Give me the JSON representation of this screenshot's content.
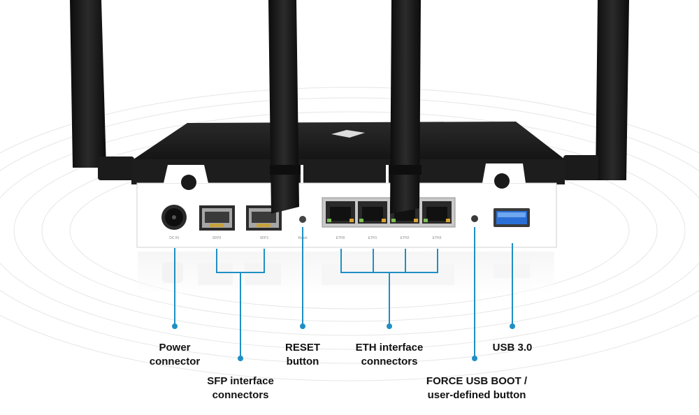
{
  "colors": {
    "leader_line": "#1f8fc4",
    "device_body": "#1c1c1c",
    "back_panel": "#ffffff",
    "antenna": "#151515",
    "usb_port": "#2a6fd6",
    "background_waves": "#e6e6e6"
  },
  "device": {
    "logo_icon": "router-brand-logo-icon",
    "port_labels": [
      "DC IN",
      "SFP0",
      "SFP1",
      "Reset",
      "ETH0",
      "ETH1",
      "ETH2",
      "ETH3"
    ]
  },
  "callouts": {
    "power": {
      "line1": "Power",
      "line2": "connector"
    },
    "sfp": {
      "line1": "SFP interface",
      "line2": "connectors"
    },
    "reset": {
      "line1": "RESET",
      "line2": "button"
    },
    "eth": {
      "line1": "ETH interface",
      "line2": "connectors"
    },
    "force_usb": {
      "line1": "FORCE USB BOOT /",
      "line2": "user-defined button"
    },
    "usb": {
      "line1": "USB 3.0"
    }
  }
}
